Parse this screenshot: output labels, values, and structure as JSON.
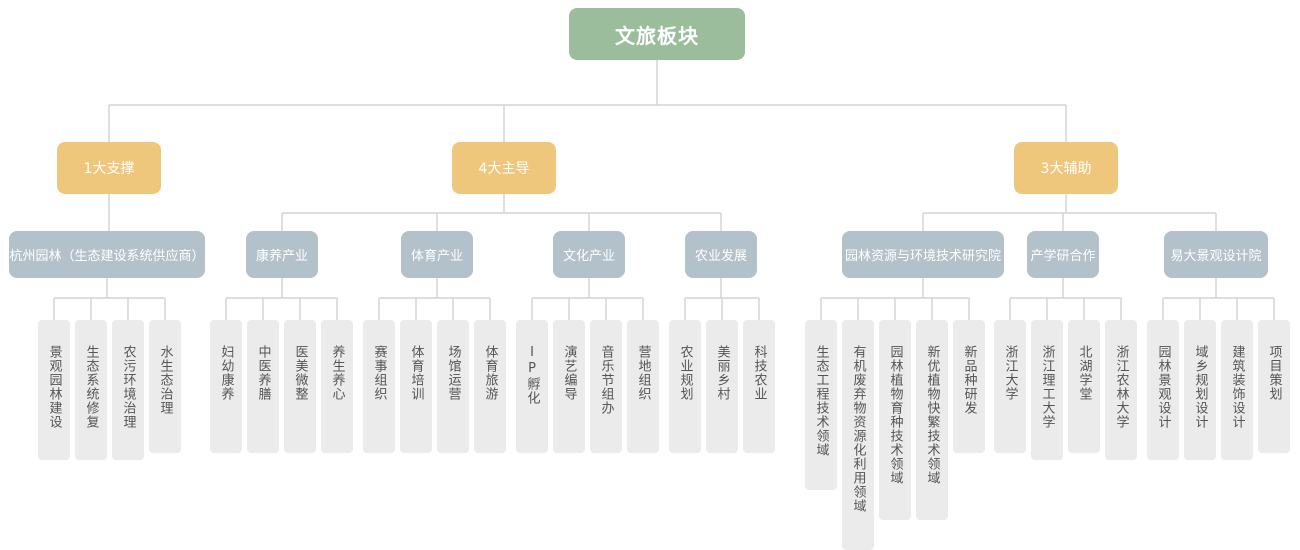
{
  "colors": {
    "root": "#9bbd9c",
    "level1": "#efc77c",
    "level2": "#b3c1cb",
    "leaf": "#ebebeb",
    "line": "#d4d4d4"
  },
  "root": {
    "label": "文旅板块"
  },
  "level1": [
    {
      "label": "1大支撑"
    },
    {
      "label": "4大主导"
    },
    {
      "label": "3大辅助"
    }
  ],
  "level2": [
    {
      "label": "杭州园林（生态建设系统供应商）",
      "leaves": [
        "景观园林建设",
        "生态系统修复",
        "农污环境治理",
        "水生态治理"
      ]
    },
    {
      "label": "康养产业",
      "leaves": [
        "妇幼康养",
        "中医养膳",
        "医美微整",
        "养生养心"
      ]
    },
    {
      "label": "体育产业",
      "leaves": [
        "赛事组织",
        "体育培训",
        "场馆运营",
        "体育旅游"
      ]
    },
    {
      "label": "文化产业",
      "leaves": [
        "IP孵化",
        "演艺编导",
        "音乐节组办",
        "营地组织"
      ]
    },
    {
      "label": "农业发展",
      "leaves": [
        "农业规划",
        "美丽乡村",
        "科技农业"
      ]
    },
    {
      "label": "园林资源与环境技术研究院",
      "leaves": [
        "生态工程技术领域",
        "有机废弃物资源化利用领域",
        "园林植物育种技术领域",
        "新优植物快繁技术领域",
        "新品种研发"
      ]
    },
    {
      "label": "产学研合作",
      "leaves": [
        "浙江大学",
        "浙江理工大学",
        "北湖学堂",
        "浙江农林大学"
      ]
    },
    {
      "label": "易大景观设计院",
      "leaves": [
        "园林景观设计",
        "域乡规划设计",
        "建筑装饰设计",
        "项目策划"
      ]
    }
  ]
}
